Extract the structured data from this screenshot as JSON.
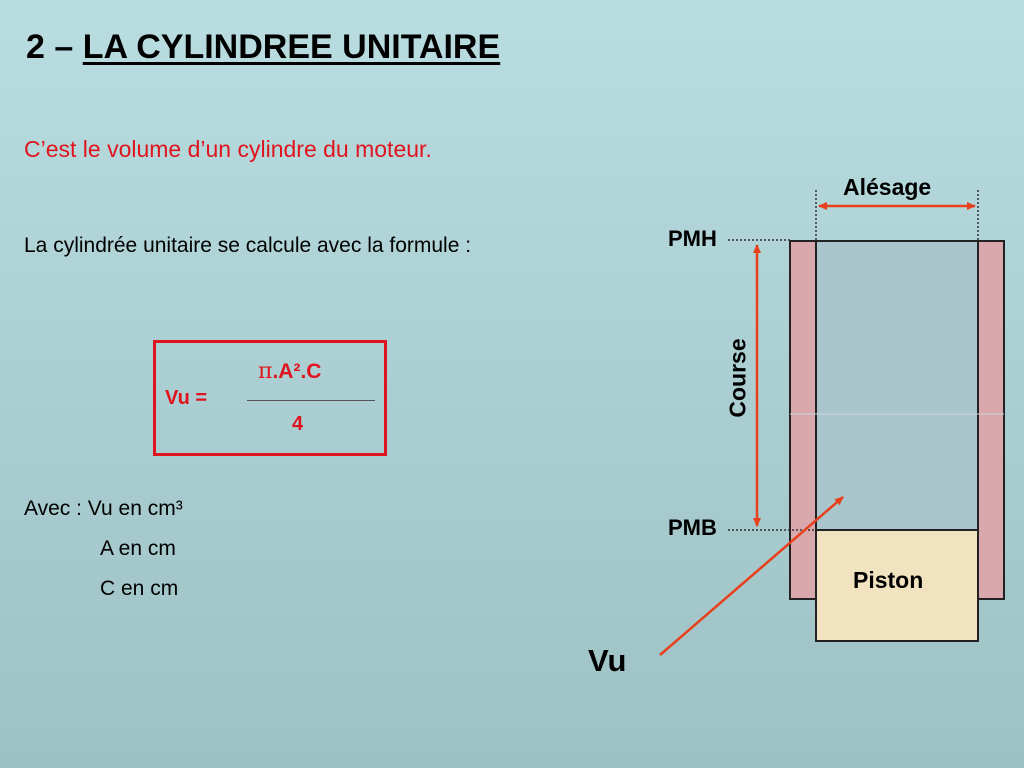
{
  "slide": {
    "title_prefix": "2 – ",
    "title_main": "LA CYLINDREE UNITAIRE",
    "subtitle": "C’est le volume d’un cylindre du moteur.",
    "intro": "La cylindrée unitaire se calcule avec la formule :"
  },
  "formula": {
    "lhs": "Vu =",
    "pi_symbol": "π",
    "numerator_rest": ".A².C",
    "denominator": "4"
  },
  "units": {
    "line1": "Avec : Vu en cm³",
    "line2": "A en cm",
    "line3": "C en cm"
  },
  "diagram": {
    "pmh": "PMH",
    "pmb": "PMB",
    "alesage": "Alésage",
    "course": "Course",
    "piston": "Piston",
    "vu": "Vu"
  },
  "colors": {
    "accent_red": "#e0141e",
    "arrow_orange": "#e8401c",
    "wall_pink": "#d9a8ad",
    "bore_fill": "#a9c6cd",
    "piston_fill": "#f1e3c0"
  }
}
